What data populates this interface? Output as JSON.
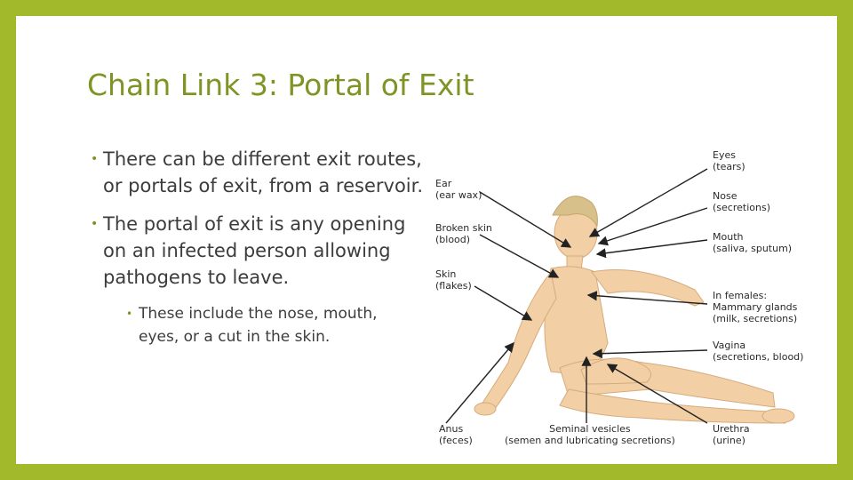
{
  "slide": {
    "title": "Chain Link 3: Portal of Exit",
    "bullets": [
      "There can be different exit routes, or portals of exit, from a reservoir.",
      "The portal of exit is any opening on an infected person allowing pathogens to leave."
    ],
    "sub_bullets": [
      "These include the nose, mouth, eyes, or a cut in the skin."
    ],
    "bullet_glyph": "•"
  },
  "figure": {
    "labels": {
      "ear": [
        "Ear",
        "(ear wax)"
      ],
      "broken_skin": [
        "Broken skin",
        "(blood)"
      ],
      "skin": [
        "Skin",
        "(flakes)"
      ],
      "anus": [
        "Anus",
        "(feces)"
      ],
      "seminal": [
        "Seminal vesicles",
        "(semen and lubricating secretions)"
      ],
      "eyes": [
        "Eyes",
        "(tears)"
      ],
      "nose": [
        "Nose",
        "(secretions)"
      ],
      "mouth": [
        "Mouth",
        "(saliva, sputum)"
      ],
      "females": [
        "In females:",
        "Mammary glands",
        "(milk, secretions)"
      ],
      "vagina": [
        "Vagina",
        "(secretions, blood)"
      ],
      "urethra": [
        "Urethra",
        "(urine)"
      ]
    }
  },
  "colors": {
    "frame": "#a2b92b",
    "title": "#7e9425",
    "text": "#3c3c3c",
    "skin": "#f2cfa4"
  }
}
